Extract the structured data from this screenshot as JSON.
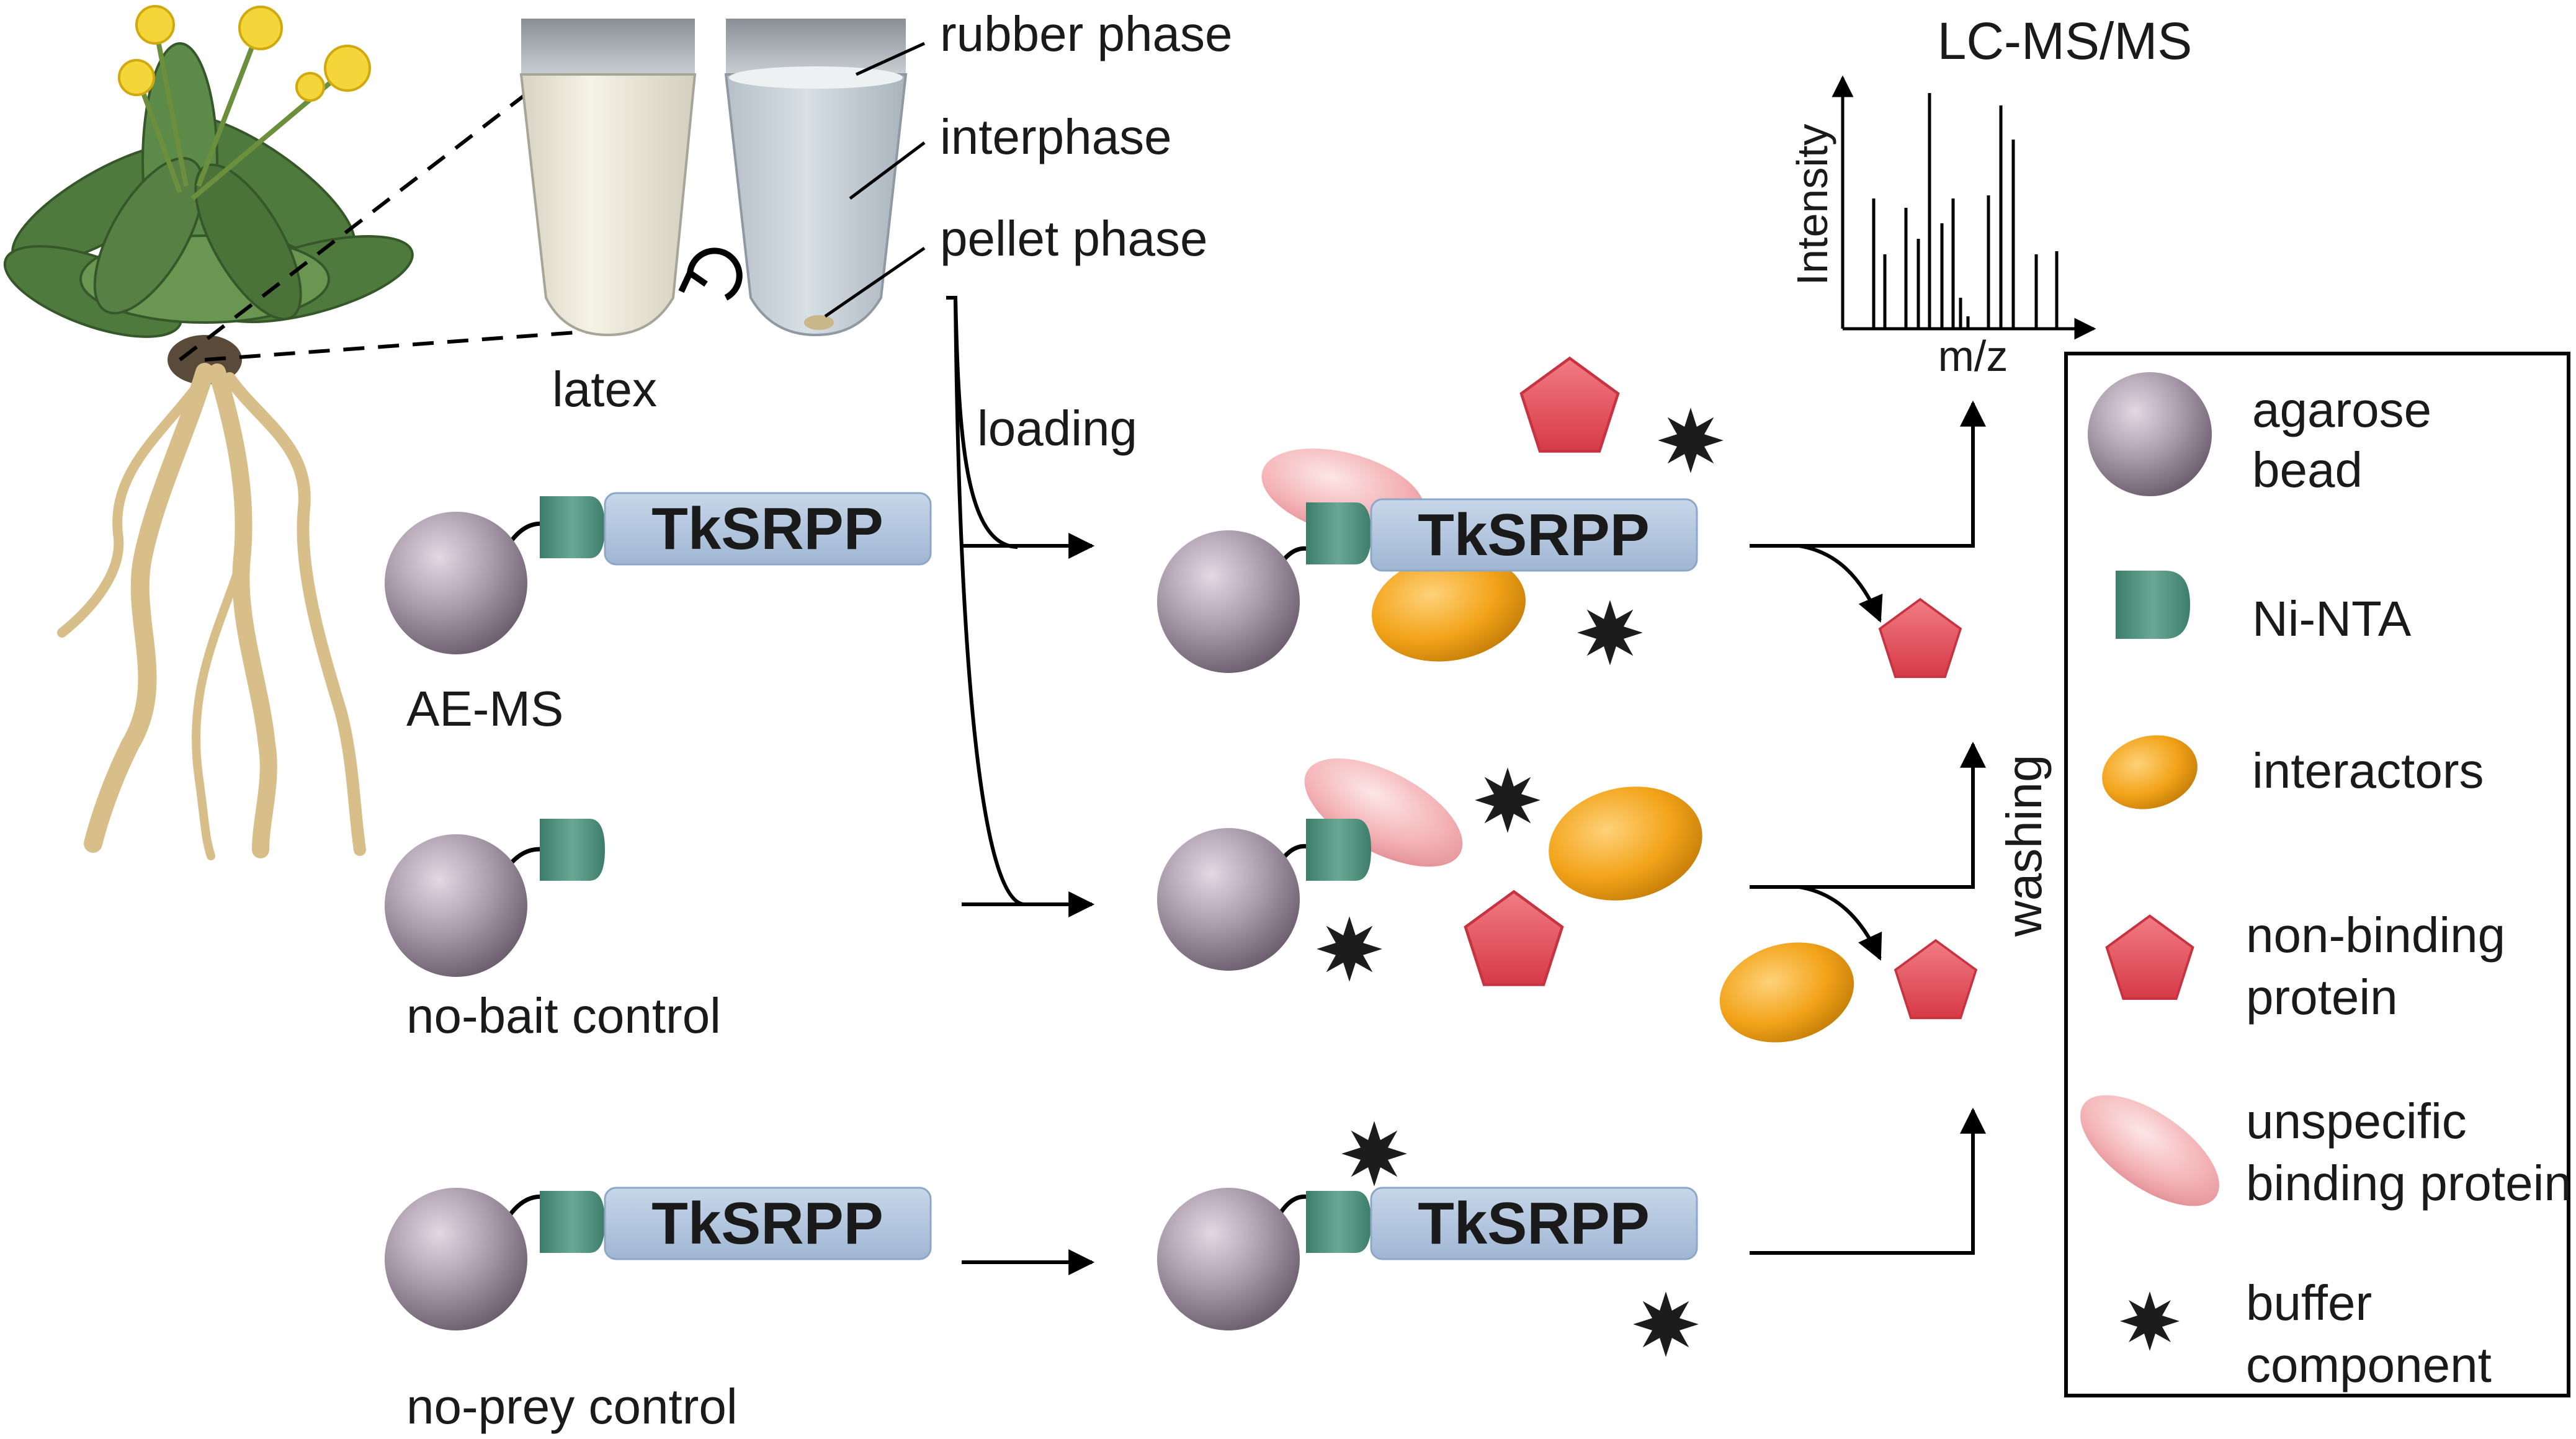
{
  "colors": {
    "bead": "#a899aa",
    "ni_nta": "#4e8f7c",
    "bait_box": "#b2c6de",
    "interactor": "#f2a319",
    "non_binding": "#e8535e",
    "unspecific": "#f4b3b6",
    "buffer": "#1c1c1c",
    "line": "#000000"
  },
  "tube": {
    "labels": {
      "rubber": "rubber phase",
      "interphase": "interphase",
      "pellet": "pellet phase",
      "latex": "latex"
    }
  },
  "steps": {
    "loading": "loading",
    "washing": "washing"
  },
  "rows": {
    "ae_ms": {
      "label": "AE-MS",
      "bait": "TkSRPP"
    },
    "no_bait": {
      "label": "no-bait control"
    },
    "no_prey": {
      "label": "no-prey control",
      "bait": "TkSRPP"
    }
  },
  "ms": {
    "title": "LC-MS/MS",
    "xlabel": "m/z",
    "ylabel": "Intensity"
  },
  "legend": {
    "items": [
      {
        "icon": "bead-icon",
        "line1": "agarose",
        "line2": "bead"
      },
      {
        "icon": "ni-nta-icon",
        "line1": "Ni-NTA",
        "line2": ""
      },
      {
        "icon": "interactor-icon",
        "line1": "interactors",
        "line2": ""
      },
      {
        "icon": "pentagon-icon",
        "line1": "non-binding",
        "line2": "protein"
      },
      {
        "icon": "unspecific-icon",
        "line1": "unspecific",
        "line2": "binding protein"
      },
      {
        "icon": "star-icon",
        "line1": "buffer",
        "line2": "component"
      }
    ]
  }
}
